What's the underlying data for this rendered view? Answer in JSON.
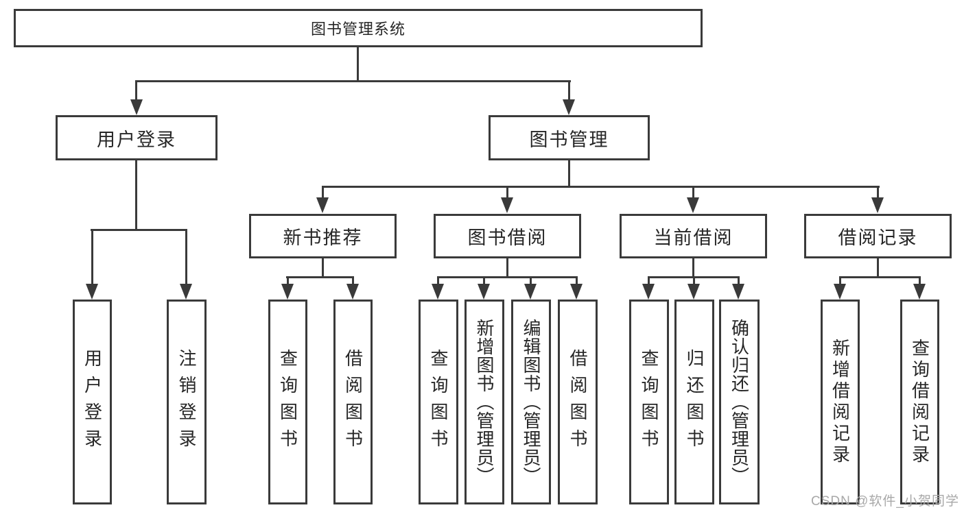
{
  "colors": {
    "line": "#3a3a3a",
    "text": "#262626",
    "watermark": "#a8a8a8",
    "background": "#ffffff"
  },
  "watermark": "CSDN @软件_小贺同学",
  "tree": {
    "root": {
      "label": "图书管理系统"
    },
    "branches": [
      {
        "label": "用户登录",
        "children": [
          {
            "label": "用户登录"
          },
          {
            "label": "注销登录"
          }
        ]
      },
      {
        "label": "图书管理",
        "groups": [
          {
            "label": "新书推荐",
            "children": [
              {
                "label": "查询图书"
              },
              {
                "label": "借阅图书"
              }
            ]
          },
          {
            "label": "图书借阅",
            "children": [
              {
                "label": "查询图书"
              },
              {
                "label": "新增图书（管理员）"
              },
              {
                "label": "编辑图书（管理员）"
              },
              {
                "label": "借阅图书"
              }
            ]
          },
          {
            "label": "当前借阅",
            "children": [
              {
                "label": "查询图书"
              },
              {
                "label": "归还图书"
              },
              {
                "label": "确认归还（管理员）"
              }
            ]
          },
          {
            "label": "借阅记录",
            "children": [
              {
                "label": "新增借阅记录"
              },
              {
                "label": "查询借阅记录"
              }
            ]
          }
        ]
      }
    ]
  }
}
